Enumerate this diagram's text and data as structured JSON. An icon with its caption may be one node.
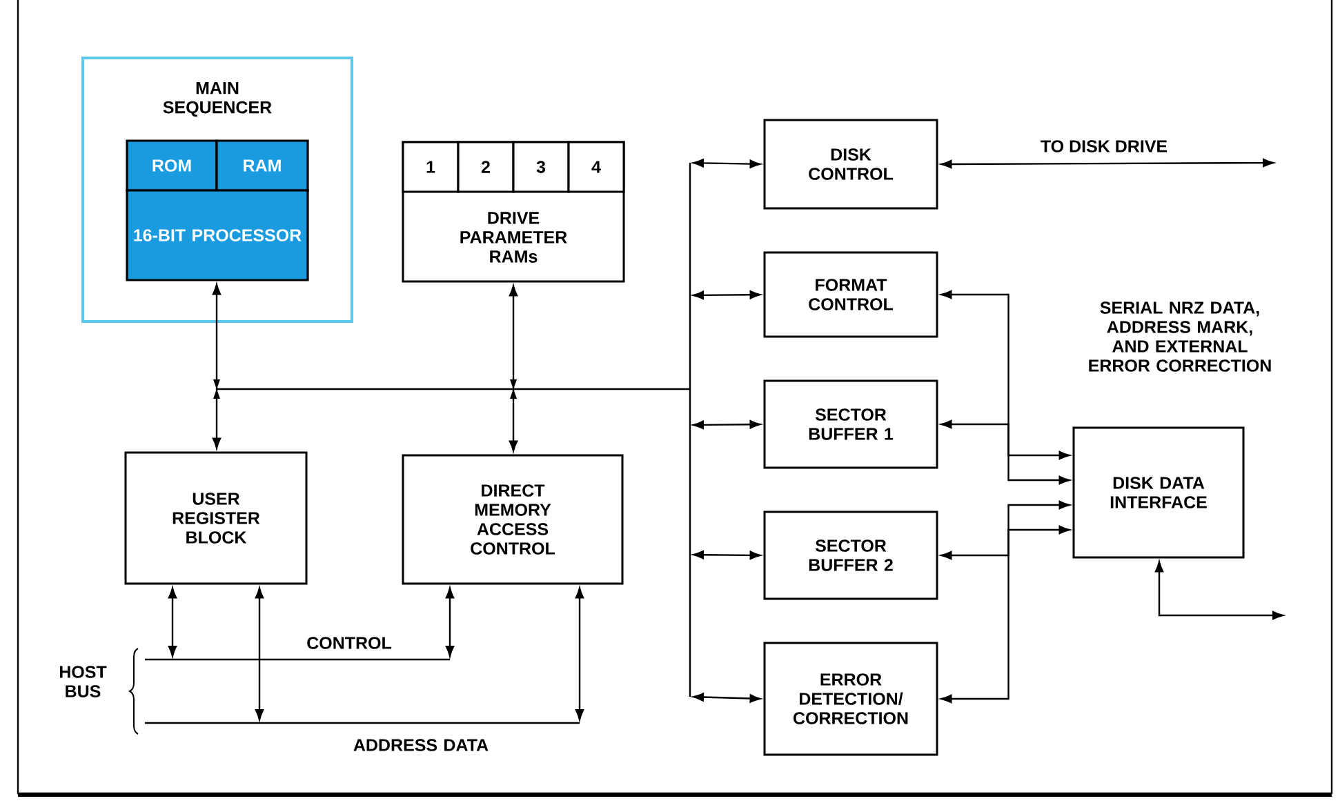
{
  "diagram": {
    "nodes": [
      {
        "text": [
          "MAIN SEQUENCER"
        ]
      },
      {
        "text": [
          "ROM"
        ],
        "in": 0
      },
      {
        "text": [
          "RAM"
        ],
        "in": 0
      },
      {
        "text": [
          "16-BIT PROCESSOR"
        ],
        "in": 0
      },
      {
        "text": [
          "DRIVE PARAMETER RAMs"
        ]
      },
      {
        "text": [
          "1"
        ],
        "in": 4
      },
      {
        "text": [
          "2"
        ],
        "in": 4
      },
      {
        "text": [
          "3"
        ],
        "in": 4
      },
      {
        "text": [
          "4"
        ],
        "in": 4
      },
      {
        "text": [
          "USER REGISTER BLOCK"
        ]
      },
      {
        "text": [
          "DIRECT MEMORY ACCESS CONTROL"
        ]
      },
      {
        "text": [
          "DISK CONTROL"
        ]
      },
      {
        "text": [
          "FORMAT CONTROL"
        ]
      },
      {
        "text": [
          "SECTOR BUFFER 1"
        ]
      },
      {
        "text": [
          "SECTOR BUFFER 2"
        ]
      },
      {
        "text": [
          "ERROR DETECTION/ CORRECTION"
        ]
      },
      {
        "text": [
          "DISK DATA INTERFACE"
        ]
      }
    ],
    "edges": [
      {
        "from": 3,
        "to": 9,
        "arrow": "both"
      },
      {
        "from": 4,
        "to": 10,
        "arrow": "both"
      },
      {
        "from": null,
        "to": 11,
        "arrow": "both"
      },
      {
        "from": null,
        "to": 12,
        "arrow": "both"
      },
      {
        "from": null,
        "to": 13,
        "arrow": "both"
      },
      {
        "from": null,
        "to": 14,
        "arrow": "both"
      },
      {
        "from": null,
        "to": 15,
        "arrow": "both"
      },
      {
        "from": 11,
        "to": null,
        "arrow": "both",
        "label": "TO DISK DRIVE"
      },
      {
        "from": 12,
        "to": 16,
        "arrow": "both"
      },
      {
        "from": 13,
        "to": 16,
        "arrow": "both"
      },
      {
        "from": 14,
        "to": 16,
        "arrow": "both"
      },
      {
        "from": 15,
        "to": 16,
        "arrow": "both"
      },
      {
        "from": 16,
        "to": null,
        "arrow": "both"
      },
      {
        "from": 9,
        "to": null,
        "arrow": "both"
      },
      {
        "from": 9,
        "to": null,
        "arrow": "both"
      },
      {
        "from": 10,
        "to": null,
        "arrow": "both"
      },
      {
        "from": 10,
        "to": null,
        "arrow": "both"
      }
    ],
    "labels": [
      "SERIAL NRZ DATA, ADDRESS MARK, AND EXTERNAL ERROR CORRECTION",
      "CONTROL",
      "HOST BUS",
      "ADDRESS DATA"
    ]
  }
}
